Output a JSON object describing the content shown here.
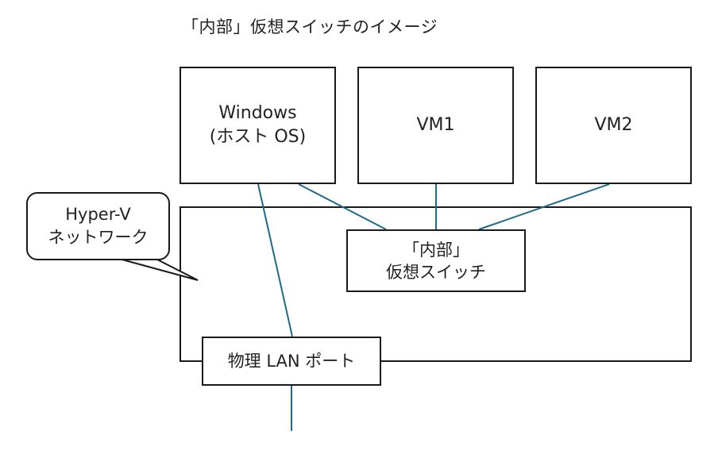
{
  "title": "「内部」仮想スイッチのイメージ",
  "nodes": {
    "host": {
      "line1": "Windows",
      "line2": "(ホスト OS)"
    },
    "vm1": {
      "label": "VM1"
    },
    "vm2": {
      "label": "VM2"
    },
    "switch": {
      "line1": "「内部」",
      "line2": "仮想スイッチ"
    },
    "port": {
      "label": "物理 LAN ポート"
    }
  },
  "callout": {
    "line1": "Hyper-V",
    "line2": "ネットワーク"
  },
  "colors": {
    "line": "#1f6a8a",
    "border": "#1a1a1a"
  }
}
